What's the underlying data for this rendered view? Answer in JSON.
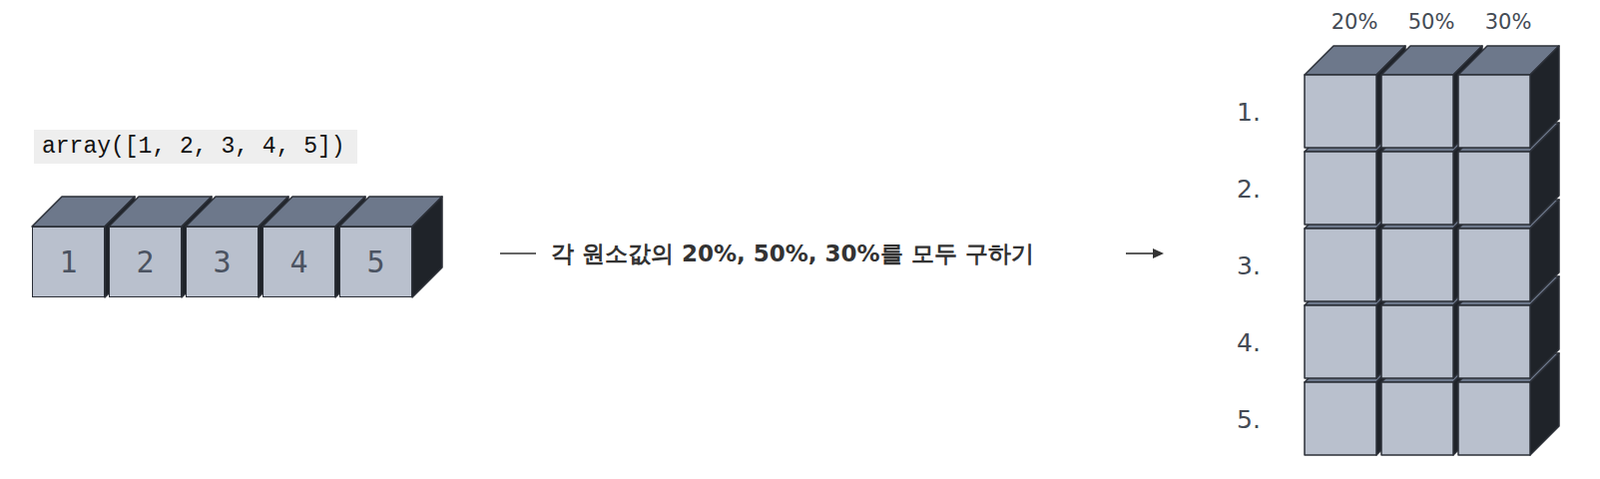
{
  "diagram": {
    "nodes": [
      {
        "text": [
          "array([1, 2, 3, 4, 5])"
        ]
      },
      {
        "text": [
          "1"
        ]
      },
      {
        "text": [
          "2"
        ]
      },
      {
        "text": [
          "3"
        ]
      },
      {
        "text": [
          "4"
        ]
      },
      {
        "text": [
          "5"
        ]
      }
    ],
    "labels": [
      "각 원소값의 20%, 50%, 30%를 모두 구하기",
      "20%",
      "50%",
      "30%",
      "1.",
      "2.",
      "3.",
      "4.",
      "5."
    ]
  }
}
